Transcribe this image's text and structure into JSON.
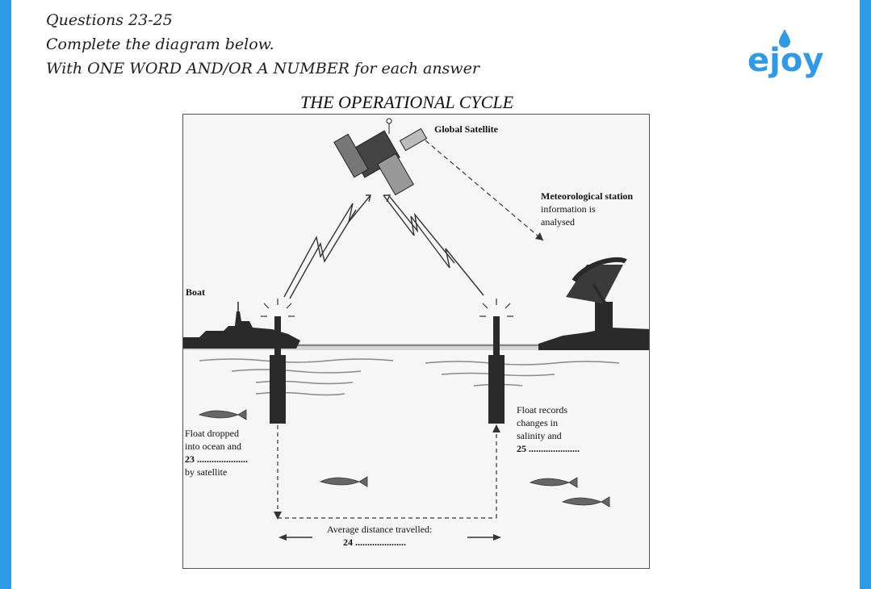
{
  "header": {
    "line1": "Questions 23-25",
    "line2": "Complete the diagram below.",
    "line3": "With ONE WORD AND/OR A NUMBER for each answer"
  },
  "logo": {
    "text": "ejoy",
    "color": "#2e9be6",
    "icon": "water-drop-icon"
  },
  "diagram": {
    "title": "THE OPERATIONAL CYCLE",
    "labels": {
      "satellite": "Global Satellite",
      "station_title": "Meteorological station",
      "station_line1": "information is",
      "station_line2": "analysed",
      "boat": "Boat",
      "float_left_1": "Float dropped",
      "float_left_2": "into ocean and",
      "q23": "23 .....................",
      "float_left_4": "by satellite",
      "float_right_1": "Float records",
      "float_right_2": "changes in",
      "float_right_3": "salinity and",
      "q25": "25 .....................",
      "distance": "Average distance travelled:",
      "q24": "24 ....................."
    }
  }
}
